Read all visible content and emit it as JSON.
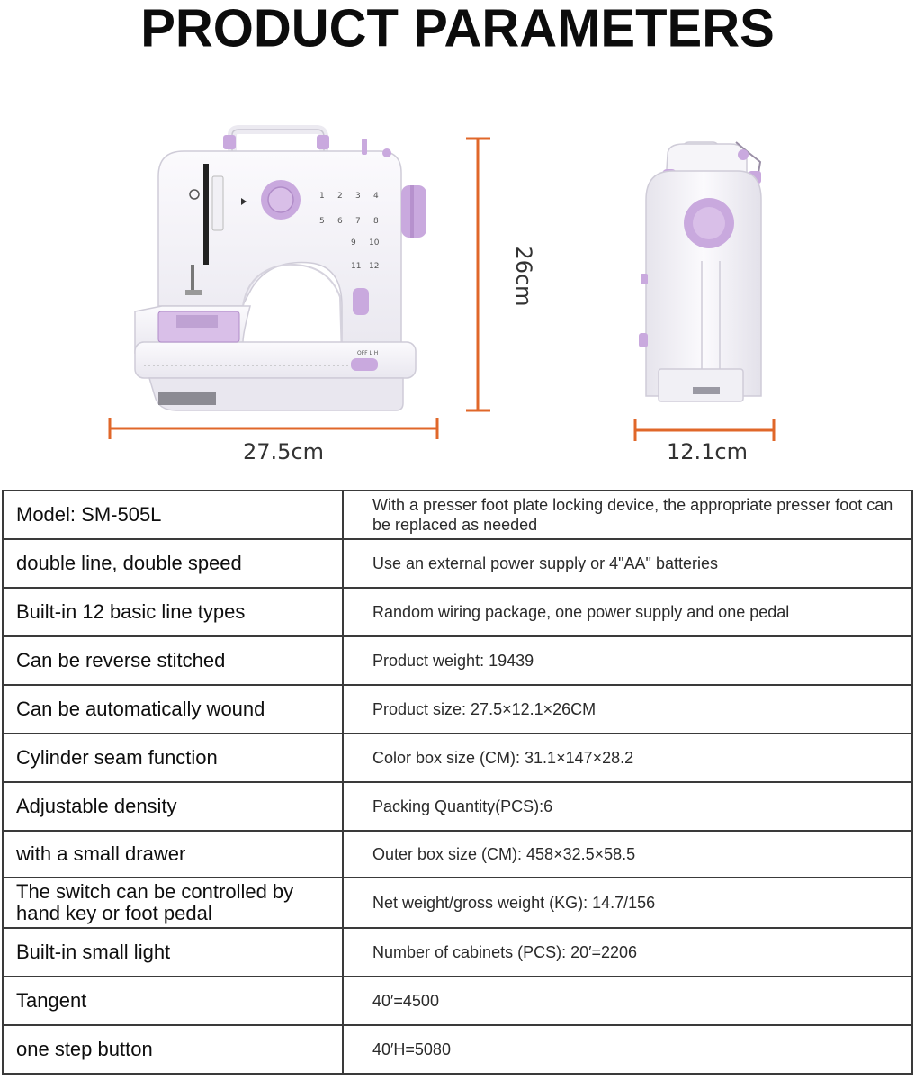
{
  "title": "PRODUCT PARAMETERS",
  "dimensions": {
    "height": "26cm",
    "width": "27.5cm",
    "depth": "12.1cm"
  },
  "colors": {
    "accent_lilac": "#c9a9de",
    "dimension_line": "#e0672a",
    "body_white": "#f4f3f7"
  },
  "params": [
    {
      "left": "Model: SM-505L",
      "right": "With a presser foot plate locking device, the appropriate presser foot can be replaced as needed"
    },
    {
      "left": "double line, double speed",
      "right": "Use an external power supply or 4\"AA\" batteries"
    },
    {
      "left": "Built-in 12 basic line types",
      "right": "Random wiring package, one power supply and one pedal"
    },
    {
      "left": "Can be reverse stitched",
      "right": "Product weight: 19439"
    },
    {
      "left": "Can be automatically wound",
      "right": "Product size: 27.5×12.1×26CM"
    },
    {
      "left": "Cylinder seam function",
      "right": "Color box size (CM): 31.1×147×28.2"
    },
    {
      "left": "Adjustable density",
      "right": "Packing Quantity(PCS):6"
    },
    {
      "left": "with a small drawer",
      "right": "Outer box size (CM): 458×32.5×58.5"
    },
    {
      "left": "The switch can be controlled by hand key or foot pedal",
      "right": "Net weight/gross weight (KG): 14.7/156"
    },
    {
      "left": "Built-in small light",
      "right": "Number of cabinets (PCS): 20′=2206"
    },
    {
      "left": "Tangent",
      "right": "40′=4500"
    },
    {
      "left": "one step button",
      "right": "40′H=5080"
    }
  ]
}
